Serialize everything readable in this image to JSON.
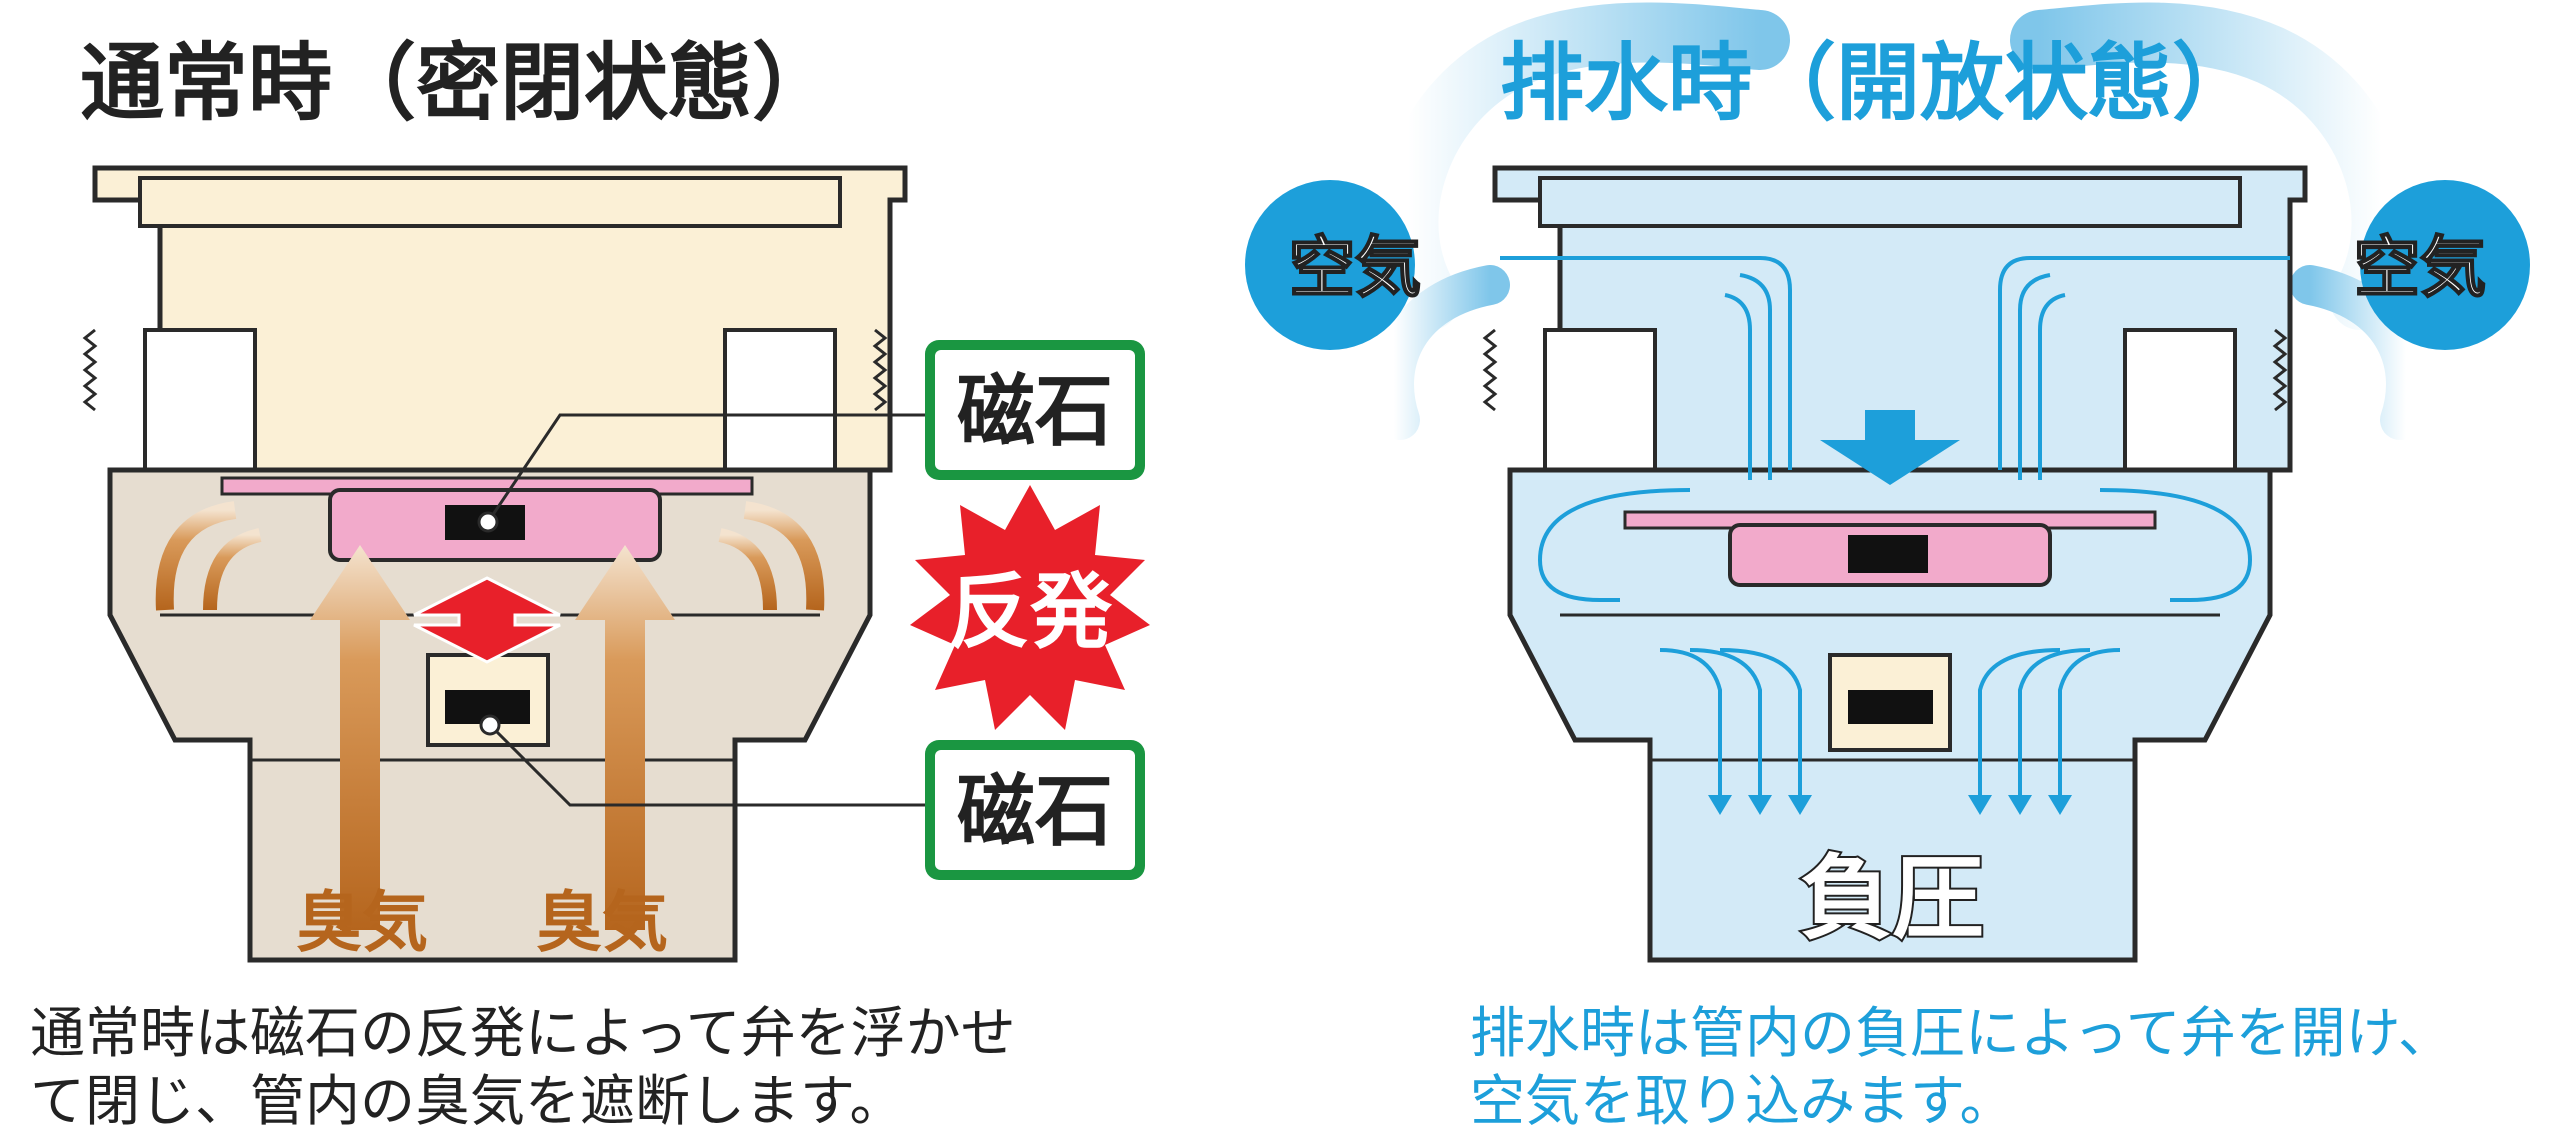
{
  "left": {
    "title": "通常時（密閉状態）",
    "magnet_top": "磁石",
    "magnet_bottom": "磁石",
    "repulsion": "反発",
    "odor_left": "臭気",
    "odor_right": "臭気",
    "caption_line1": "通常時は磁石の反発によって弁を浮かせ",
    "caption_line2": "て閉じ、管内の臭気を遮断します。"
  },
  "right": {
    "title": "排水時（開放状態）",
    "air_left": "空気",
    "air_right": "空気",
    "negative_pressure": "負圧",
    "caption_line1": "排水時は管内の負圧によって弁を開け、",
    "caption_line2": "空気を取り込みます。"
  },
  "colors": {
    "outline": "#2a2a2a",
    "body_fill": "#fbf0d6",
    "chamber_fill": "#e6ddd0",
    "valve_pink": "#f2aacb",
    "magnet_black": "#111111",
    "label_green": "#1a9641",
    "burst_red": "#e8202a",
    "odor_brown": "#b5651d",
    "air_blue": "#1d9fda",
    "water_fill": "#d3eaf7",
    "caption_text": "#222222",
    "caption_blue": "#1d9fda"
  }
}
